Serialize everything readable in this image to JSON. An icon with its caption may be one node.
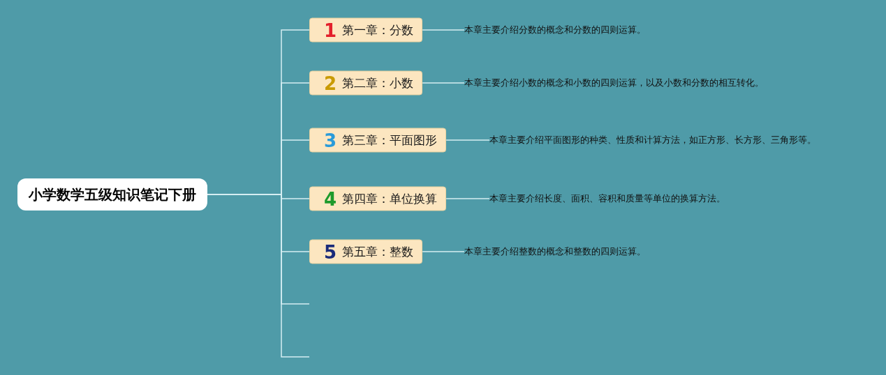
{
  "diagram": {
    "nodes": [
      {
        "text": [
          "小学数学五级知识笔记下册"
        ]
      },
      {
        "text": [
          "1",
          "第一章：分数"
        ]
      },
      {
        "text": [
          "本章主要介绍分数的概念和分数的四则运算。"
        ]
      },
      {
        "text": [
          "2",
          "第二章：小数"
        ]
      },
      {
        "text": [
          "本章主要介绍小数的概念和小数的四则运算，以及小数和分数的相互转化。"
        ]
      },
      {
        "text": [
          "3",
          "第三章：平面图形"
        ]
      },
      {
        "text": [
          "本章主要介绍平面图形的种类、性质和计算方法，如正方形、长方形、三角形等。"
        ]
      },
      {
        "text": [
          "4",
          "第四章：单位换算"
        ]
      },
      {
        "text": [
          "本章主要介绍长度、面积、容积和质量等单位的换算方法。"
        ]
      },
      {
        "text": [
          "5",
          "第五章：整数"
        ]
      },
      {
        "text": [
          "本章主要介绍整数的概念和整数的四则运算。"
        ]
      }
    ],
    "edges": [
      {
        "from": 0,
        "to": 1,
        "arrow": "none"
      },
      {
        "from": 1,
        "to": 2,
        "arrow": "none"
      },
      {
        "from": 0,
        "to": 3,
        "arrow": "none"
      },
      {
        "from": 3,
        "to": 4,
        "arrow": "none"
      },
      {
        "from": 0,
        "to": 5,
        "arrow": "none"
      },
      {
        "from": 5,
        "to": 6,
        "arrow": "none"
      },
      {
        "from": 0,
        "to": 7,
        "arrow": "none"
      },
      {
        "from": 7,
        "to": 8,
        "arrow": "none"
      },
      {
        "from": 0,
        "to": 9,
        "arrow": "none"
      },
      {
        "from": 9,
        "to": 10,
        "arrow": "none"
      },
      {
        "from": 0,
        "to": null,
        "arrow": "none"
      },
      {
        "from": 0,
        "to": null,
        "arrow": "none"
      }
    ]
  }
}
